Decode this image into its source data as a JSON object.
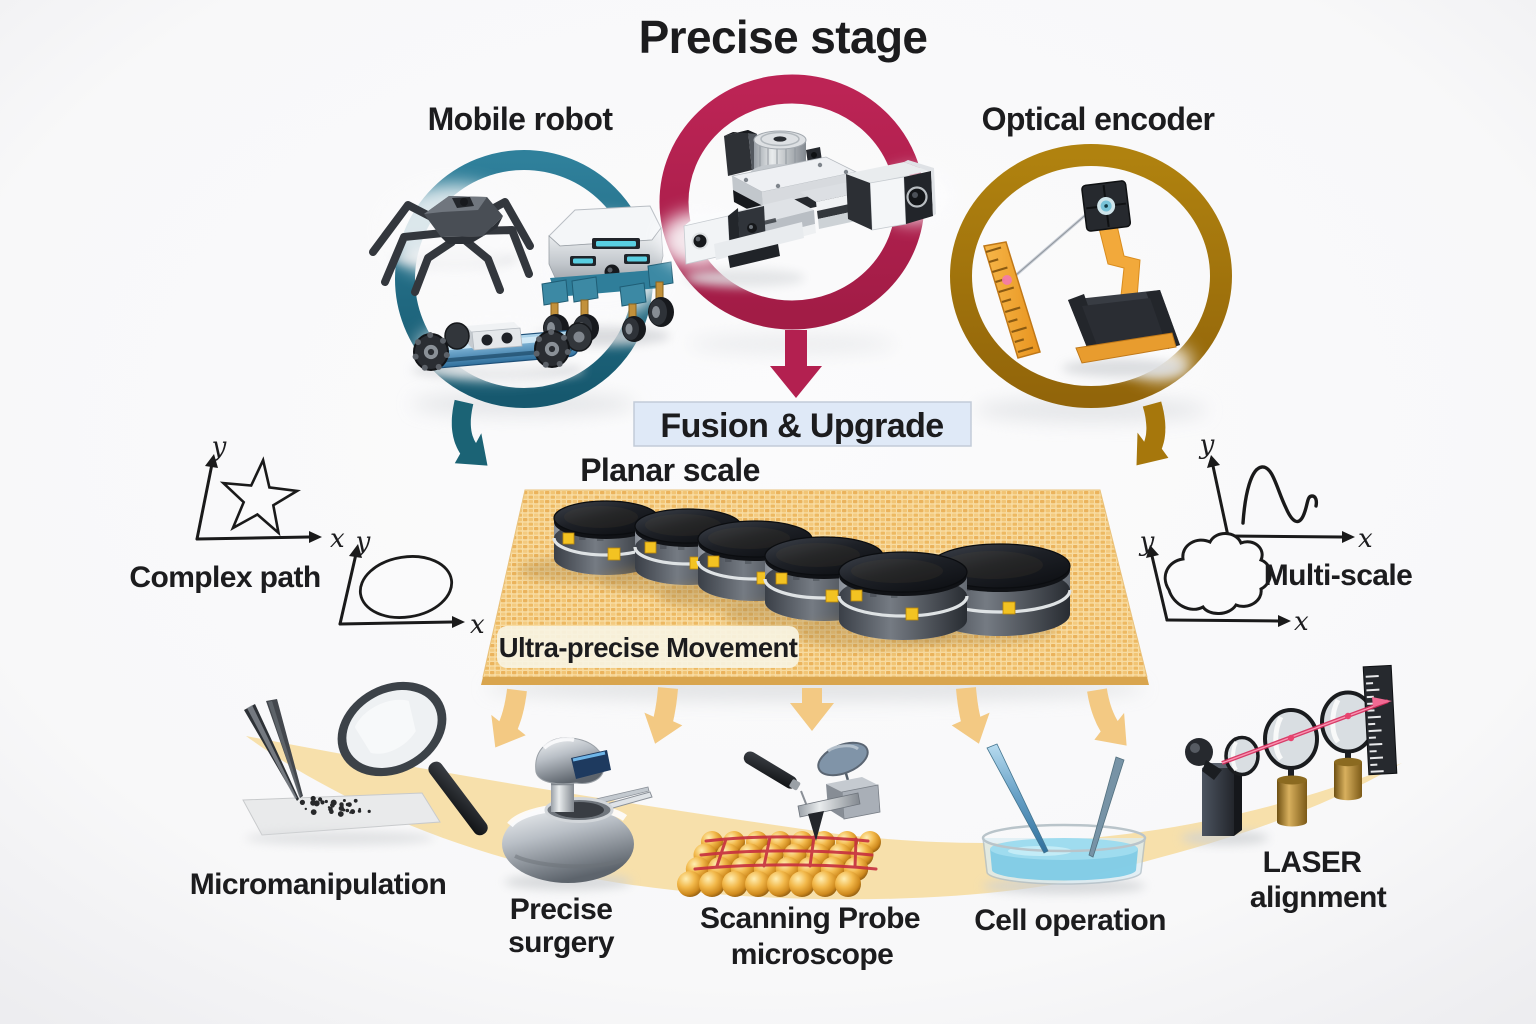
{
  "title": "Precise stage",
  "top": {
    "mobile_robot_label": "Mobile robot",
    "optical_encoder_label": "Optical encoder"
  },
  "fusion": {
    "label": "Fusion & Upgrade"
  },
  "stage_area": {
    "planar_scale_label": "Planar scale",
    "movement_label": "Ultra-precise Movement"
  },
  "side_paths": {
    "complex_label": "Complex path",
    "multi_label": "Multi-scale",
    "axis_x": "x",
    "axis_y": "y"
  },
  "applications": {
    "micromanipulation": {
      "label": "Micromanipulation"
    },
    "precise_surgery": {
      "line1": "Precise",
      "line2": "surgery"
    },
    "spm": {
      "line1": "Scanning Probe",
      "line2": "microscope"
    },
    "cell_operation": {
      "label": "Cell operation"
    },
    "laser_alignment": {
      "line1": "LASER",
      "line2": "alignment"
    }
  },
  "colors": {
    "teal": "#20718a",
    "crimson": "#b32050",
    "gold": "#a6770c",
    "fusion_text": "#1d1dc8",
    "fusion_bg": "#dfe9f7",
    "tan_band": "#f7dfa8",
    "tan_arrow": "#f3c983",
    "plane_base": "#f5d391",
    "laser_beam": "#d62b5b",
    "text": "#1c1c1e"
  }
}
